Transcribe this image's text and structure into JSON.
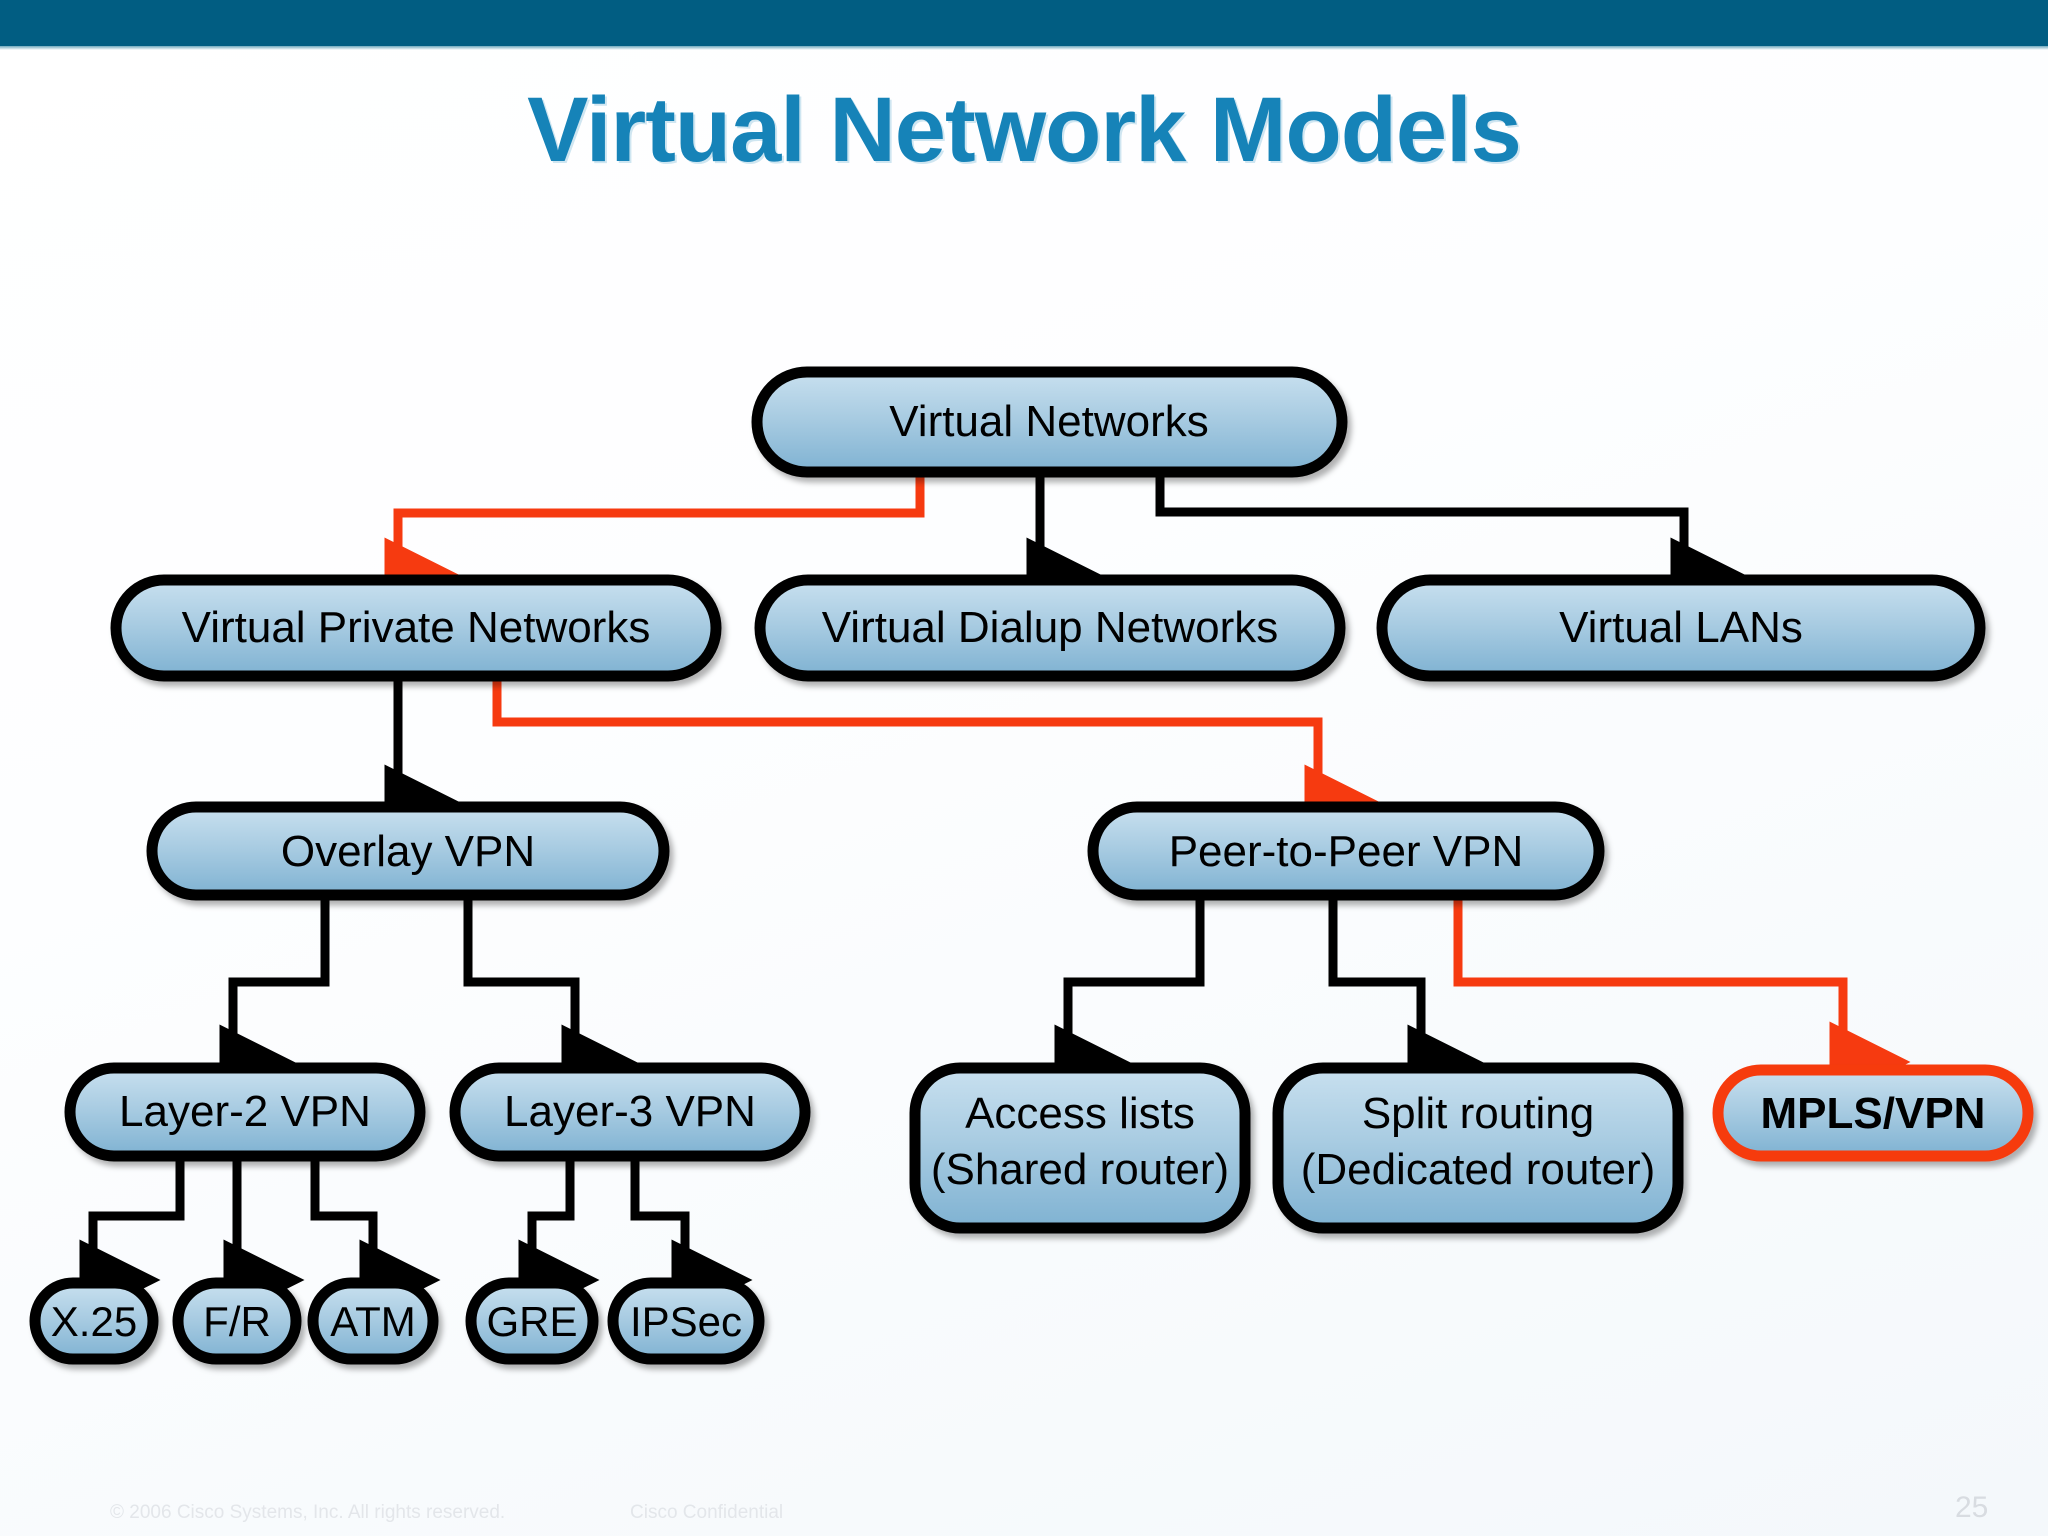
{
  "slide": {
    "title": "Virtual Network Models",
    "title_color": "#1683b8",
    "topbar_color": "#015d82",
    "page_number": "25",
    "footer_copyright": "© 2006 Cisco Systems, Inc. All rights reserved.",
    "footer_classification": "Cisco Confidential"
  },
  "palette": {
    "node_fill_top": "#c2dced",
    "node_fill_bottom": "#86b6d4",
    "node_stroke": "#000000",
    "highlight_stroke": "#f63a10",
    "connector": "#000000",
    "highlight_connector": "#f63a10"
  },
  "diagram": {
    "type": "tree",
    "nodes": [
      {
        "id": "virtual-networks",
        "label": "Virtual Networks",
        "level": 0,
        "highlight": false,
        "bold": false
      },
      {
        "id": "virtual-private",
        "label": "Virtual Private Networks",
        "level": 1,
        "highlight": false,
        "bold": false
      },
      {
        "id": "virtual-dialup",
        "label": "Virtual Dialup Networks",
        "level": 1,
        "highlight": false,
        "bold": false
      },
      {
        "id": "virtual-lans",
        "label": "Virtual LANs",
        "level": 1,
        "highlight": false,
        "bold": false
      },
      {
        "id": "overlay-vpn",
        "label": "Overlay VPN",
        "level": 2,
        "highlight": false,
        "bold": false
      },
      {
        "id": "peer-to-peer-vpn",
        "label": "Peer-to-Peer VPN",
        "level": 2,
        "highlight": false,
        "bold": false
      },
      {
        "id": "layer-2-vpn",
        "label": "Layer-2 VPN",
        "level": 3,
        "highlight": false,
        "bold": false
      },
      {
        "id": "layer-3-vpn",
        "label": "Layer-3 VPN",
        "level": 3,
        "highlight": false,
        "bold": false
      },
      {
        "id": "access-lists",
        "label": "Access lists",
        "label2": "(Shared router)",
        "level": 3,
        "highlight": false,
        "bold": false
      },
      {
        "id": "split-routing",
        "label": "Split routing",
        "label2": "(Dedicated router)",
        "level": 3,
        "highlight": false,
        "bold": false
      },
      {
        "id": "mpls-vpn",
        "label": "MPLS/VPN",
        "level": 3,
        "highlight": true,
        "bold": true
      },
      {
        "id": "x25",
        "label": "X.25",
        "level": 4,
        "highlight": false,
        "bold": false
      },
      {
        "id": "fr",
        "label": "F/R",
        "level": 4,
        "highlight": false,
        "bold": false
      },
      {
        "id": "atm",
        "label": "ATM",
        "level": 4,
        "highlight": false,
        "bold": false
      },
      {
        "id": "gre",
        "label": "GRE",
        "level": 4,
        "highlight": false,
        "bold": false
      },
      {
        "id": "ipsec",
        "label": "IPSec",
        "level": 4,
        "highlight": false,
        "bold": false
      }
    ],
    "edges": [
      {
        "from": "virtual-networks",
        "to": "virtual-private",
        "highlight": true
      },
      {
        "from": "virtual-networks",
        "to": "virtual-dialup",
        "highlight": false
      },
      {
        "from": "virtual-networks",
        "to": "virtual-lans",
        "highlight": false
      },
      {
        "from": "virtual-private",
        "to": "overlay-vpn",
        "highlight": false
      },
      {
        "from": "virtual-private",
        "to": "peer-to-peer-vpn",
        "highlight": true
      },
      {
        "from": "overlay-vpn",
        "to": "layer-2-vpn",
        "highlight": false
      },
      {
        "from": "overlay-vpn",
        "to": "layer-3-vpn",
        "highlight": false
      },
      {
        "from": "peer-to-peer-vpn",
        "to": "access-lists",
        "highlight": false
      },
      {
        "from": "peer-to-peer-vpn",
        "to": "split-routing",
        "highlight": false
      },
      {
        "from": "peer-to-peer-vpn",
        "to": "mpls-vpn",
        "highlight": true
      },
      {
        "from": "layer-2-vpn",
        "to": "x25",
        "highlight": false
      },
      {
        "from": "layer-2-vpn",
        "to": "fr",
        "highlight": false
      },
      {
        "from": "layer-2-vpn",
        "to": "atm",
        "highlight": false
      },
      {
        "from": "layer-3-vpn",
        "to": "gre",
        "highlight": false
      },
      {
        "from": "layer-3-vpn",
        "to": "ipsec",
        "highlight": false
      }
    ]
  }
}
